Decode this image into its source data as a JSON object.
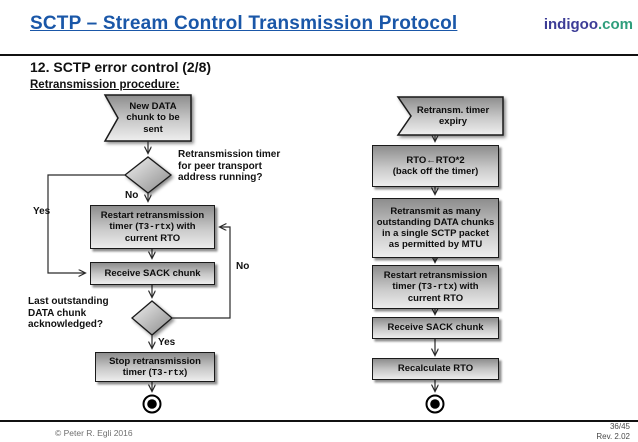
{
  "header": {
    "title": "SCTP – Stream Control Transmission Protocol",
    "brand_name": "indigoo",
    "brand_tld": ".com"
  },
  "slide": {
    "heading": "12. SCTP error control (2/8)",
    "subheading": "Retransmission procedure:"
  },
  "flow_left": {
    "start": "New DATA chunk to be sent",
    "decision1_question": "Retransmission timer for peer transport address running?",
    "decision1_no": "No",
    "decision1_yes": "Yes",
    "restart_timer": {
      "pre": "Restart retransmission timer (",
      "code": "T3-rtx",
      "post": ") with current RTO"
    },
    "receive_sack": "Receive SACK chunk",
    "decision2_question": "Last outstanding DATA chunk acknowledged?",
    "decision2_no": "No",
    "decision2_yes": "Yes",
    "stop_timer": {
      "pre": "Stop retransmission timer (",
      "code": "T3-rtx",
      "post": ")"
    }
  },
  "flow_right": {
    "start": "Retransm. timer expiry",
    "backoff_line1": "RTO←RTO*2",
    "backoff_line2": "(back off the timer)",
    "retransmit": "Retransmit as many outstanding DATA chunks in a single SCTP packet as permitted by MTU",
    "restart_timer": {
      "pre": "Restart retransmission timer (",
      "code": "T3-rtx",
      "post": ") with current RTO"
    },
    "receive_sack": "Receive SACK chunk",
    "recalculate": "Recalculate RTO"
  },
  "footer": {
    "copyright": "© Peter R. Egli 2016",
    "page": "36/45",
    "revision": "Rev. 2.02"
  },
  "colors": {
    "heading_blue": "#1a57a8",
    "brand_indigo": "#3c3c96",
    "brand_green": "#2f9e7c",
    "shape_gradient_dark": "#8d8d8d",
    "shape_gradient_light": "#ededed"
  }
}
